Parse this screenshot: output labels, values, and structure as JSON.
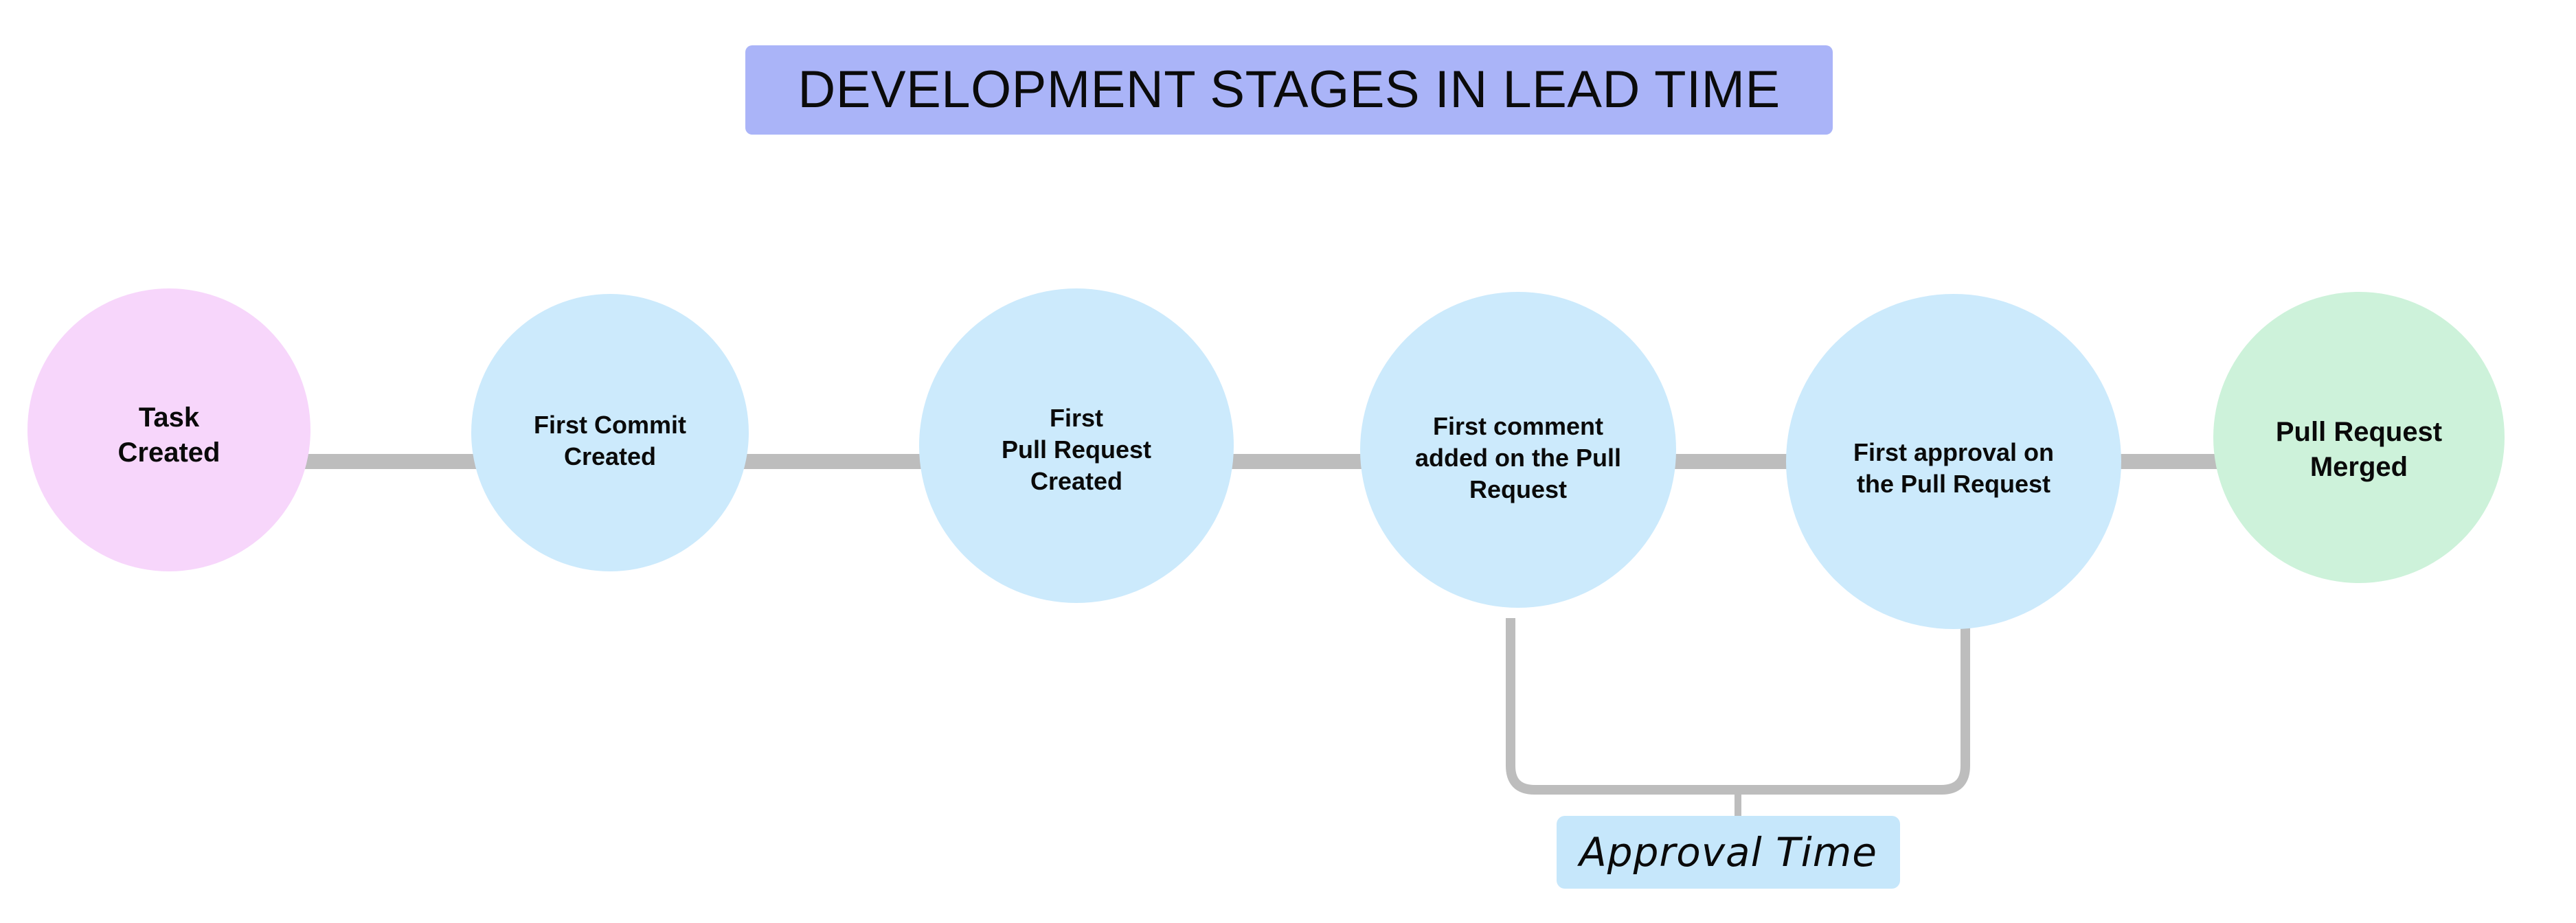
{
  "title": {
    "text": "DEVELOPMENT STAGES IN LEAD TIME",
    "background_color": "#aab4f8",
    "text_color": "#0b0b0b"
  },
  "colors": {
    "canvas_background": "#ffffff",
    "connector_gray": "#bdbdbd",
    "start_node_pink": "#f7d6fb",
    "middle_node_blue": "#cceafc",
    "end_node_green": "#cdf2da",
    "annotation_box_blue": "#c6e7fb",
    "title_banner_periwinkle": "#aab4f8"
  },
  "stages": [
    {
      "id": "task-created",
      "label": "Task\nCreated",
      "order": 1,
      "color": "#f7d6fb"
    },
    {
      "id": "first-commit-created",
      "label": "First Commit\nCreated",
      "order": 2,
      "color": "#cceafc"
    },
    {
      "id": "first-pull-request-created",
      "label": "First\nPull Request\nCreated",
      "order": 3,
      "color": "#cceafc"
    },
    {
      "id": "first-comment-on-pull-request",
      "label": "First comment\nadded on the Pull\nRequest",
      "order": 4,
      "color": "#cceafc"
    },
    {
      "id": "first-approval-on-pull-request",
      "label": "First approval on\nthe Pull Request",
      "order": 5,
      "color": "#cceafc"
    },
    {
      "id": "pull-request-merged",
      "label": "Pull Request\nMerged",
      "order": 6,
      "color": "#cdf2da"
    }
  ],
  "annotations": [
    {
      "id": "approval-time",
      "label": "Approval Time",
      "spans_from": "first-comment-on-pull-request",
      "spans_to": "first-approval-on-pull-request",
      "background_color": "#c6e7fb"
    }
  ],
  "chart_data": {
    "type": "diagram",
    "title": "DEVELOPMENT STAGES IN LEAD TIME",
    "diagram_kind": "linear-timeline-flow",
    "nodes": [
      "Task Created",
      "First Commit Created",
      "First Pull Request Created",
      "First comment added on the Pull Request",
      "First approval on the Pull Request",
      "Pull Request Merged"
    ],
    "edges": [
      [
        "Task Created",
        "First Commit Created"
      ],
      [
        "First Commit Created",
        "First Pull Request Created"
      ],
      [
        "First Pull Request Created",
        "First comment added on the Pull Request"
      ],
      [
        "First comment added on the Pull Request",
        "First approval on the Pull Request"
      ],
      [
        "First approval on the Pull Request",
        "Pull Request Merged"
      ]
    ],
    "measures": [
      {
        "name": "Approval Time",
        "from": "First comment added on the Pull Request",
        "to": "First approval on the Pull Request"
      }
    ]
  }
}
